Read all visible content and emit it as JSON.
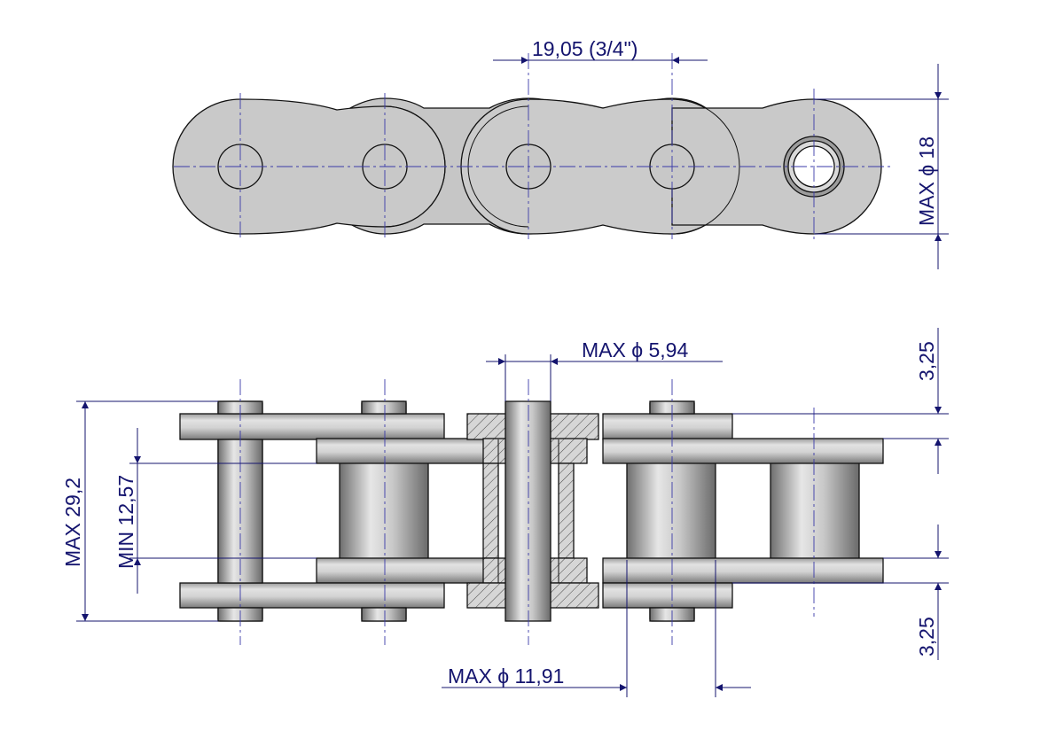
{
  "drawing": {
    "pitch_label": "19,05  (3/4\")",
    "plate_height_label": "MAX ϕ  18",
    "pin_diameter_label": "MAX ϕ  5,94",
    "overall_width_label": "MAX  29,2",
    "inner_width_label": "MIN  12,57",
    "plate_thickness_top_label": "3,25",
    "plate_thickness_bottom_label": "3,25",
    "roller_diameter_label": "MAX ϕ  11,91"
  },
  "colors": {
    "dimension": "#14146e",
    "plate_fill": "#cfcfcf",
    "centerline": "#3a3aa8"
  }
}
